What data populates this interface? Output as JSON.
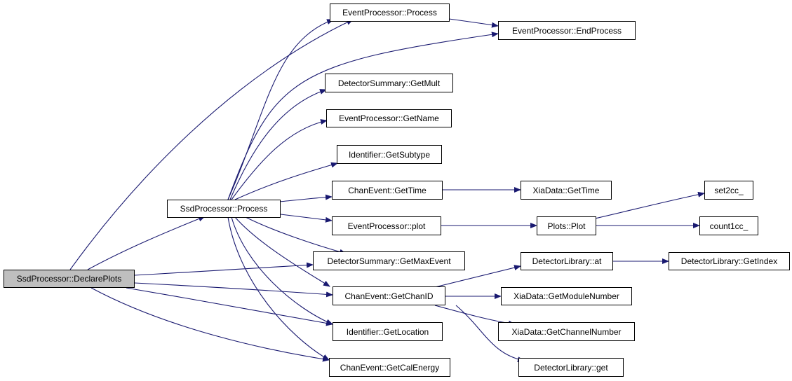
{
  "nodes": {
    "declare": "SsdProcessor::DeclarePlots",
    "process": "SsdProcessor::Process",
    "ep_process": "EventProcessor::Process",
    "ep_endprocess": "EventProcessor::EndProcess",
    "ds_getmult": "DetectorSummary::GetMult",
    "ep_getname": "EventProcessor::GetName",
    "id_getsubtype": "Identifier::GetSubtype",
    "ce_gettime": "ChanEvent::GetTime",
    "xd_gettime": "XiaData::GetTime",
    "ep_plot": "EventProcessor::plot",
    "plots_plot": "Plots::Plot",
    "set2cc": "set2cc_",
    "count1cc": "count1cc_",
    "ds_getmaxevent": "DetectorSummary::GetMaxEvent",
    "dl_at": "DetectorLibrary::at",
    "dl_getindex": "DetectorLibrary::GetIndex",
    "ce_getchanid": "ChanEvent::GetChanID",
    "xd_getmodule": "XiaData::GetModuleNumber",
    "id_getlocation": "Identifier::GetLocation",
    "xd_getchannel": "XiaData::GetChannelNumber",
    "ce_getcalenergy": "ChanEvent::GetCalEnergy",
    "dl_get": "DetectorLibrary::get"
  },
  "colors": {
    "edge": "#191970",
    "root_fill": "#bfbfbf",
    "node_fill": "#ffffff",
    "border": "#000000"
  }
}
